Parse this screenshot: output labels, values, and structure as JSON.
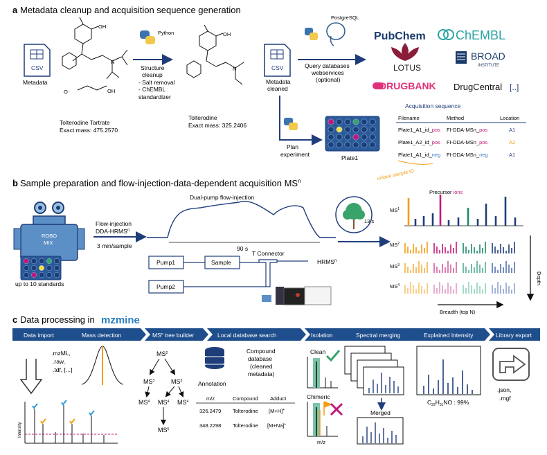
{
  "sections": {
    "a": {
      "letter": "a",
      "title": "Metadata cleanup and acquisition sequence generation"
    },
    "b": {
      "letter": "b",
      "title": "Sample preparation and flow-injection-data-dependent acquisition MS",
      "title_sup": "n"
    },
    "c": {
      "letter": "c",
      "title": "Data processing in",
      "logo": "mzmine"
    }
  },
  "a": {
    "csv_label": "CSV",
    "metadata_label": "Metadata",
    "metadata_cleaned_label": [
      "Metadata",
      "cleaned"
    ],
    "python_label": "Python",
    "postgres_label": "PostgreSQL",
    "structure_cleanup": [
      "Structure",
      "cleanup"
    ],
    "cleanup_steps": [
      "- Salt removal",
      "- ChEMBL",
      "  standardizer"
    ],
    "query": [
      "Query databases",
      "webservices",
      "(optional)"
    ],
    "plan": [
      "Plan",
      "experiment"
    ],
    "compound1": {
      "name": "Tolterodine Tartrate",
      "mass": "Exact mass: 475.2570"
    },
    "compound2": {
      "name": "Tolterodine",
      "mass": "Exact mass: 325.2406"
    },
    "plate_label": "Plate1",
    "databases": [
      "PubChem",
      "ChEMBL",
      "LOTUS",
      "BROAD",
      "INSTITUTE",
      "DRUGBANK",
      "DrugCentral",
      "[..]"
    ],
    "sequence": {
      "title": "Acquisition sequence",
      "headers": [
        "Filename",
        "Method",
        "Location"
      ],
      "rows": [
        {
          "file": "Plate1_A1_id_",
          "file_suffix": "pos",
          "method": "FI-DDA-MSn_",
          "method_suffix": "pos",
          "loc": "A1"
        },
        {
          "file": "Plate1_A2_id_",
          "file_suffix": "pos",
          "method": "FI-DDA-MSn_",
          "method_suffix": "pos",
          "loc": "A2"
        },
        {
          "file": "Plate1_A1_id_",
          "file_suffix": "neg",
          "method": "FI-DDA-MSn_",
          "method_suffix": "neg",
          "loc": "A1"
        }
      ],
      "unique_id_note": "unique sample ID"
    }
  },
  "b": {
    "robot_label": [
      "ROBO",
      "MIX"
    ],
    "up_to": "up to 10 standards",
    "flow": [
      "Flow-injection",
      "DDA-HRMS",
      "3 min/sample"
    ],
    "flow_sup": "n",
    "dual_pump": "Dual-pump flow-injection",
    "time_axis": "90 s",
    "pump1": "Pump1",
    "pump2": "Pump2",
    "sample": "Sample",
    "t_connector": "T Connector",
    "hrms": "HRMS",
    "hrms_sup": "n",
    "tree_time": "13 s",
    "precursor": "Precursor ",
    "precursor_ions": "ions",
    "ms_levels": [
      "MS",
      "MS",
      "MS",
      "MS"
    ],
    "ms_sups": [
      "1",
      "2",
      "3",
      "4"
    ],
    "depth": "Depth",
    "breadth": "Breadth (top N)"
  },
  "c": {
    "stages": [
      "Data import",
      "Mass detection",
      "MS",
      "Local database search",
      "Isolation",
      "Spectral merging",
      "Explained Intensity",
      "Library export"
    ],
    "tree_builder_suffix": " tree builder",
    "formats": [
      ".mzML,",
      ".raw,",
      ".tdf, [...]"
    ],
    "intensity": "Intensity",
    "tree_nodes": [
      "MS",
      "MS",
      "MS",
      "MS",
      "MS",
      "MS",
      "MS"
    ],
    "tree_sups": [
      "2",
      "3",
      "3",
      "4",
      "4",
      "4",
      "5"
    ],
    "compound_db": [
      "Compound",
      "database",
      "(cleaned",
      "metadata)"
    ],
    "annotation": "Annotation",
    "table": {
      "headers": [
        "m/z",
        "Compound",
        "Adduct"
      ],
      "rows": [
        {
          "mz": "326.2479",
          "compound": "Tolterodine",
          "adduct": "[M+H]",
          "sup": "+"
        },
        {
          "mz": "348.2298",
          "compound": "Tolterodine",
          "adduct": "[M+Na]",
          "sup": "+"
        }
      ]
    },
    "clean": "Clean",
    "chimeric": "Chimeric",
    "mz": "m/z",
    "merged": "Merged",
    "formula": "C",
    "formula_parts": [
      "22",
      "H",
      "31",
      "NO : 99%"
    ],
    "export_formats": [
      ".json,",
      ".mgf"
    ]
  },
  "colors": {
    "blue": "#1f3d7a",
    "orange": "#f39c12",
    "pink": "#c0187a",
    "teal": "#1a8a6a",
    "navy": "#1f3d7a",
    "green": "#3aa36b"
  }
}
